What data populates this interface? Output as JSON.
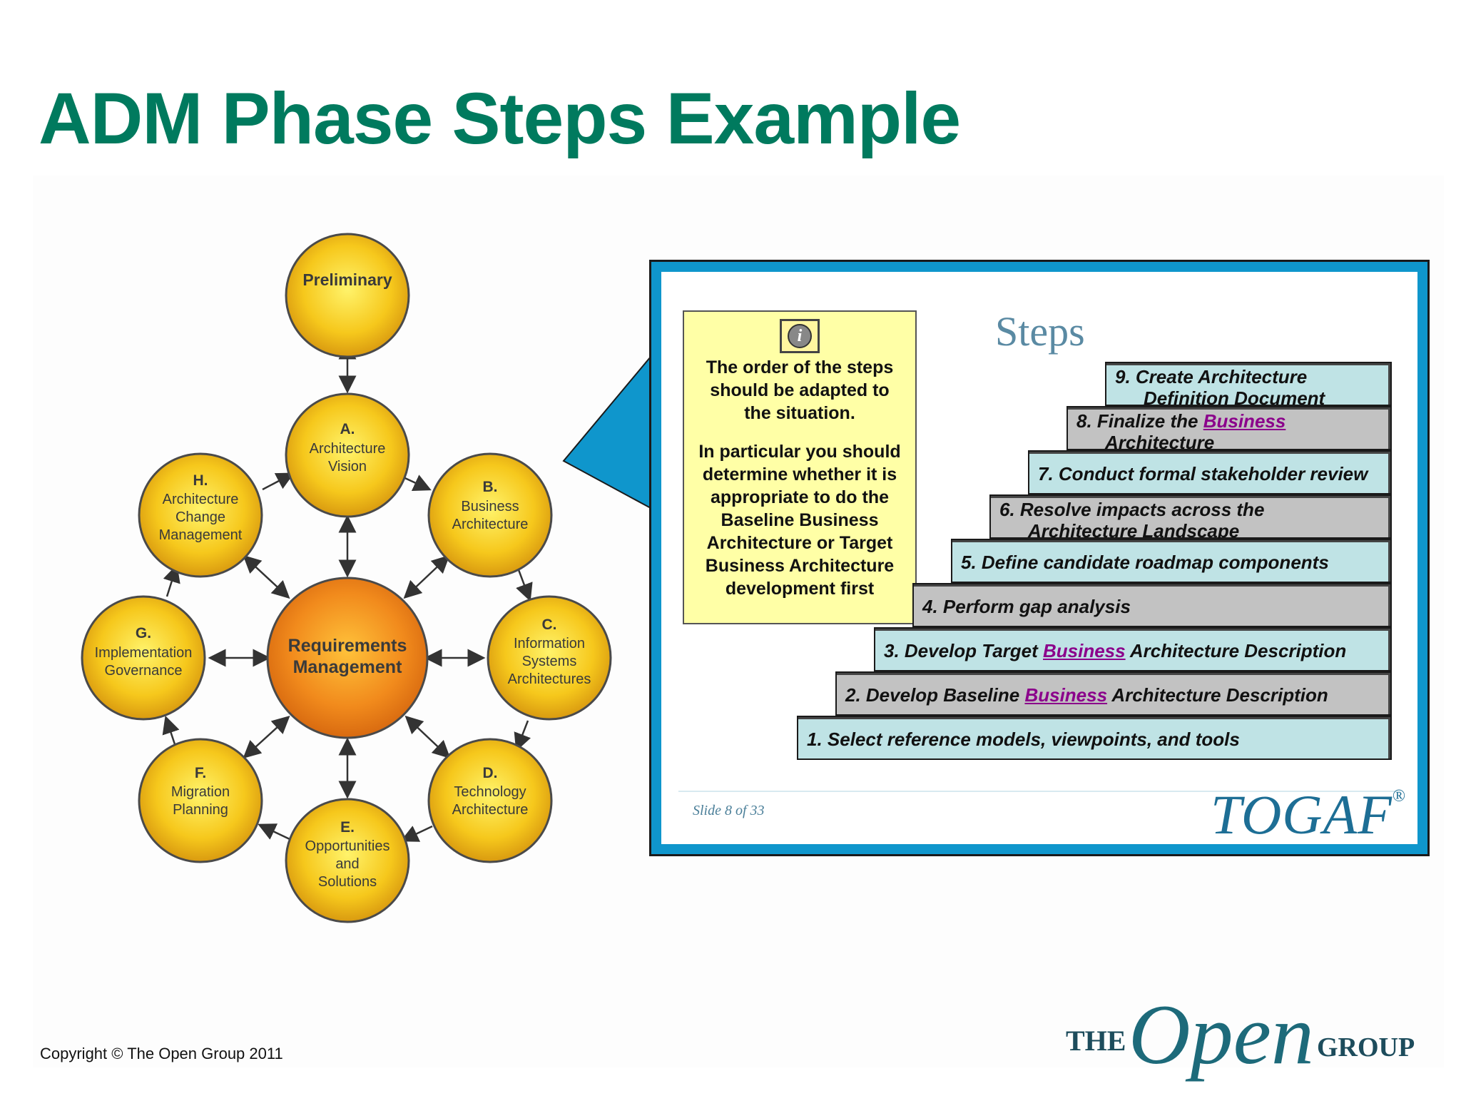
{
  "title": "ADM Phase Steps Example",
  "copyright": "Copyright © The Open Group 2011",
  "adm_cycle": {
    "center": {
      "line1": "Requirements",
      "line2": "Management"
    },
    "preliminary": "Preliminary",
    "phases": {
      "a": {
        "letter": "A.",
        "line1": "Architecture",
        "line2": "Vision"
      },
      "b": {
        "letter": "B.",
        "line1": "Business",
        "line2": "Architecture"
      },
      "c": {
        "letter": "C.",
        "line1": "Information",
        "line2": "Systems",
        "line3": "Architectures"
      },
      "d": {
        "letter": "D.",
        "line1": "Technology",
        "line2": "Architecture"
      },
      "e": {
        "letter": "E.",
        "line1": "Opportunities",
        "line2": "and",
        "line3": "Solutions"
      },
      "f": {
        "letter": "F.",
        "line1": "Migration",
        "line2": "Planning"
      },
      "g": {
        "letter": "G.",
        "line1": "Implementation",
        "line2": "Governance"
      },
      "h": {
        "letter": "H.",
        "line1": "Architecture",
        "line2": "Change",
        "line3": "Management"
      }
    }
  },
  "slide": {
    "steps_title": "Steps",
    "note": {
      "l1": "The order of the steps",
      "l2": "should be adapted to",
      "l3": "the situation.",
      "l4": "In particular you should",
      "l5": "determine whether it is",
      "l6": "appropriate to do the",
      "l7": "Baseline Business",
      "l8": "Architecture  or Target",
      "l9": "Business Architecture",
      "l10": "development first"
    },
    "steps": {
      "s1": "1.  Select reference models, viewpoints, and tools",
      "s2_a": "2. Develop Baseline ",
      "s2_link": "Business",
      "s2_b": " Architecture Description",
      "s3_a": "3. Develop Target ",
      "s3_link": "Business",
      "s3_b": " Architecture Description",
      "s4": "4. Perform gap analysis",
      "s5": "5. Define candidate roadmap components",
      "s6_l1": "6. Resolve impacts across the",
      "s6_l2": "Architecture Landscape",
      "s7": "7. Conduct formal stakeholder review",
      "s8_a": "8. Finalize the ",
      "s8_link": "Business",
      "s8_l2": "Architecture",
      "s9_l1": "9. Create Architecture",
      "s9_l2": "Definition Document"
    },
    "slide_number": "Slide 8  of 33",
    "togaf_logo": "TOGAF",
    "registered": "®"
  },
  "open_group_logo": {
    "the": "THE",
    "open": "Open",
    "group": "GROUP"
  },
  "colors": {
    "title": "#007a5e",
    "phase_circle": "#f5c518",
    "center_circle": "#f08c1a",
    "slide_border": "#0f96cc",
    "step_light": "#bfe3e5",
    "step_grey": "#c2c2c2",
    "note_bg": "#ffffa6"
  }
}
